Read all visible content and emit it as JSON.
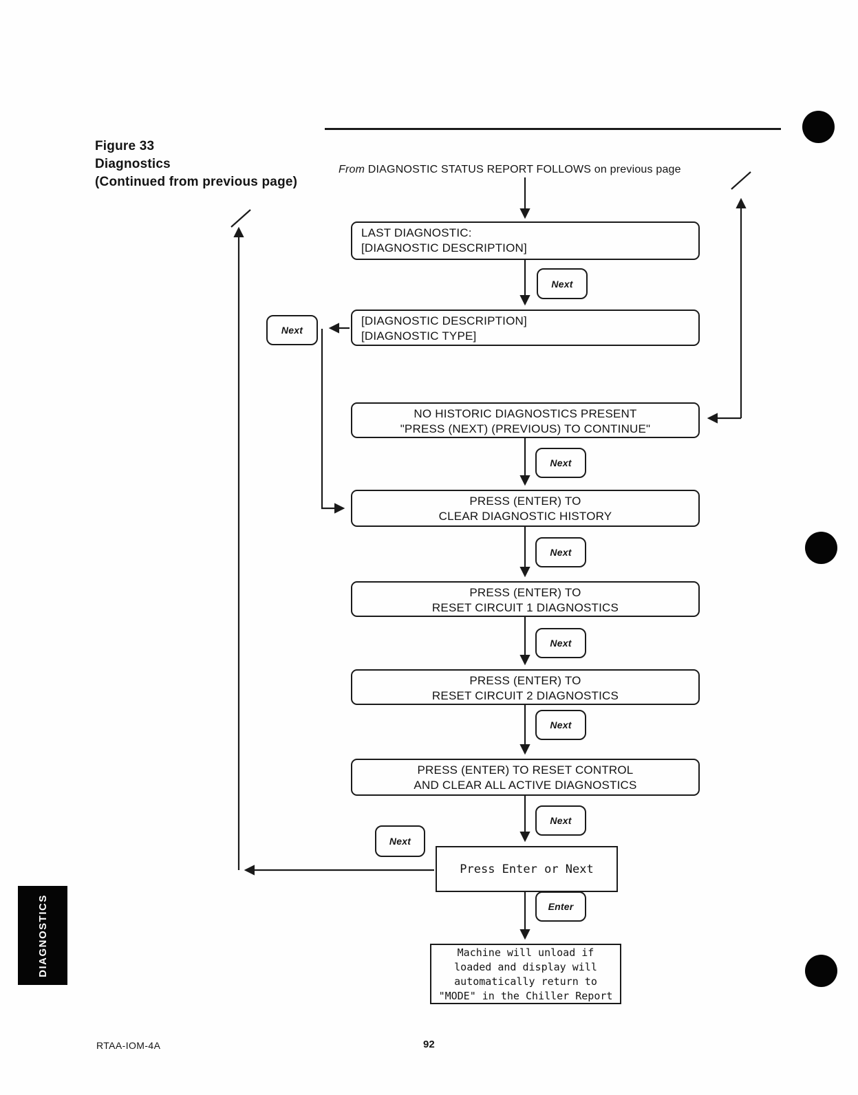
{
  "figure": {
    "title_lines": [
      "Figure 33",
      "Diagnostics",
      "(Continued from previous page)"
    ]
  },
  "flow": {
    "source_from": "From",
    "source_rest": " DIAGNOSTIC STATUS REPORT FOLLOWS on previous page",
    "boxes": [
      {
        "lines": [
          "LAST DIAGNOSTIC:",
          "[DIAGNOSTIC DESCRIPTION]"
        ]
      },
      {
        "lines": [
          "[DIAGNOSTIC DESCRIPTION]",
          "[DIAGNOSTIC TYPE]"
        ]
      },
      {
        "lines": [
          "NO HISTORIC DIAGNOSTICS PRESENT",
          "\"PRESS (NEXT) (PREVIOUS) TO CONTINUE\""
        ]
      },
      {
        "lines": [
          "PRESS (ENTER) TO",
          "CLEAR DIAGNOSTIC HISTORY"
        ]
      },
      {
        "lines": [
          "PRESS (ENTER) TO",
          "RESET CIRCUIT 1 DIAGNOSTICS"
        ]
      },
      {
        "lines": [
          "PRESS (ENTER) TO",
          "RESET CIRCUIT 2 DIAGNOSTICS"
        ]
      },
      {
        "lines": [
          "PRESS (ENTER) TO RESET CONTROL",
          "AND CLEAR ALL ACTIVE DIAGNOSTICS"
        ]
      }
    ],
    "display_text": "Press Enter or Next",
    "result_lines": [
      "Machine will unload if",
      "loaded and display will",
      "automatically return to",
      "\"MODE\" in the Chiller Report"
    ],
    "key_next": "Next",
    "key_enter": "Enter"
  },
  "tab": {
    "label": "DIAGNOSTICS"
  },
  "footer": {
    "doc_code": "RTAA-IOM-4A",
    "page_number": "92"
  },
  "colors": {
    "ink": "#1a1a1a",
    "paper": "#fefefe"
  }
}
